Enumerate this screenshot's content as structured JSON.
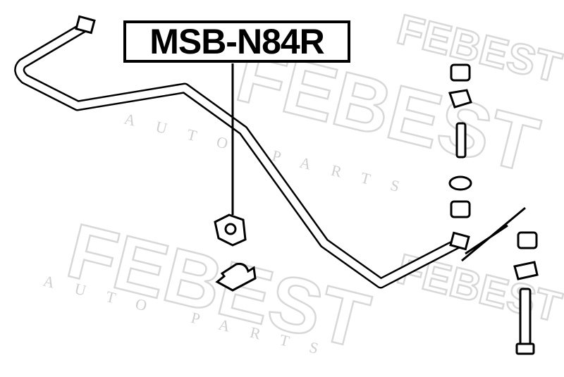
{
  "part_number": "MSB-N84R",
  "watermark": {
    "brand": "FEBEST",
    "tagline": "AUTO PARTS"
  }
}
